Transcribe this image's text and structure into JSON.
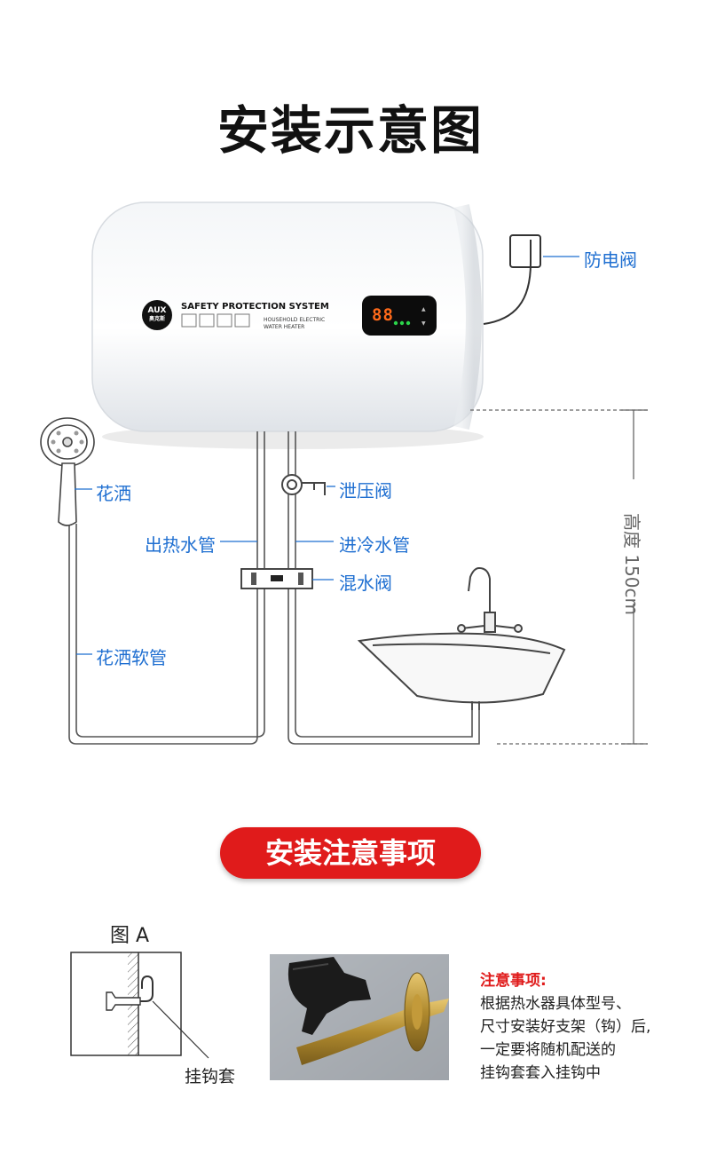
{
  "title": "安装示意图",
  "heater": {
    "brand": "AUX",
    "brand_cn": "奥克斯",
    "system_label": "SAFETY PROTECTION SYSTEM",
    "product_line1": "HOUSEHOLD ELECTRIC",
    "product_line2": "WATER HEATER",
    "display_value": "88"
  },
  "callouts": {
    "anti_shock_valve": "防电阀",
    "shower_head": "花洒",
    "pressure_relief_valve": "泄压阀",
    "hot_water_pipe": "出热水管",
    "cold_water_pipe": "进冷水管",
    "mixing_valve": "混水阀",
    "shower_hose": "花洒软管"
  },
  "height_label": "高度 150cm",
  "notice_banner": "安装注意事项",
  "figure_a": {
    "label": "图 A",
    "hook_sleeve": "挂钩套"
  },
  "notes": {
    "title": "注意事项:",
    "lines": [
      "根据热水器具体型号、",
      "尺寸安装好支架（钩）后,",
      "一定要将随机配送的",
      "挂钩套套入挂钩中"
    ]
  },
  "colors": {
    "callout": "#1f6fd1",
    "banner": "#e01b1b"
  }
}
